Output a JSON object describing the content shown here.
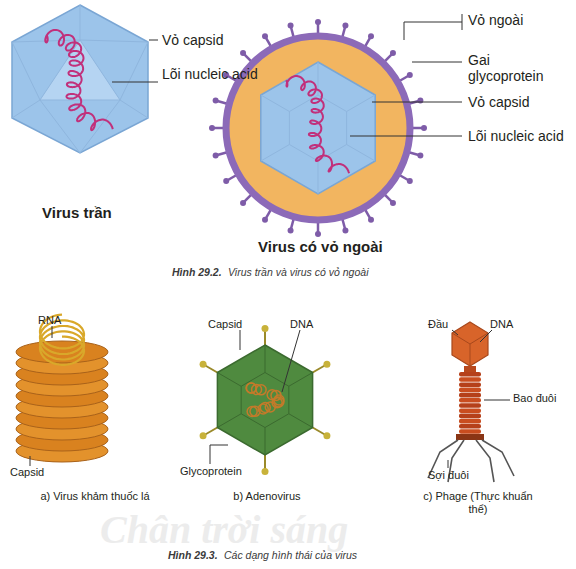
{
  "diagram": {
    "labels": [
      "Vỏ capsid",
      "Lõi nucleic acid",
      "Virus trần",
      "Vỏ ngoài",
      "Gai glycoprotein",
      "Vỏ capsid",
      "Lõi nucleic acid",
      "Virus có vỏ ngoài",
      "Hình 29.2.",
      "Virus trần và virus có vỏ ngoài",
      "RNA",
      "Capsid",
      "a) Virus khảm thuốc lá",
      "Capsid",
      "DNA",
      "Glycoprotein",
      "b) Adenovirus",
      "Đầu",
      "DNA",
      "Bao đuôi",
      "Sợi đuôi",
      "c) Phage (Thực khuẩn thể)",
      "Hình 29.3.",
      "Các dạng hình thái của virus",
      "Chân trời sáng"
    ]
  }
}
